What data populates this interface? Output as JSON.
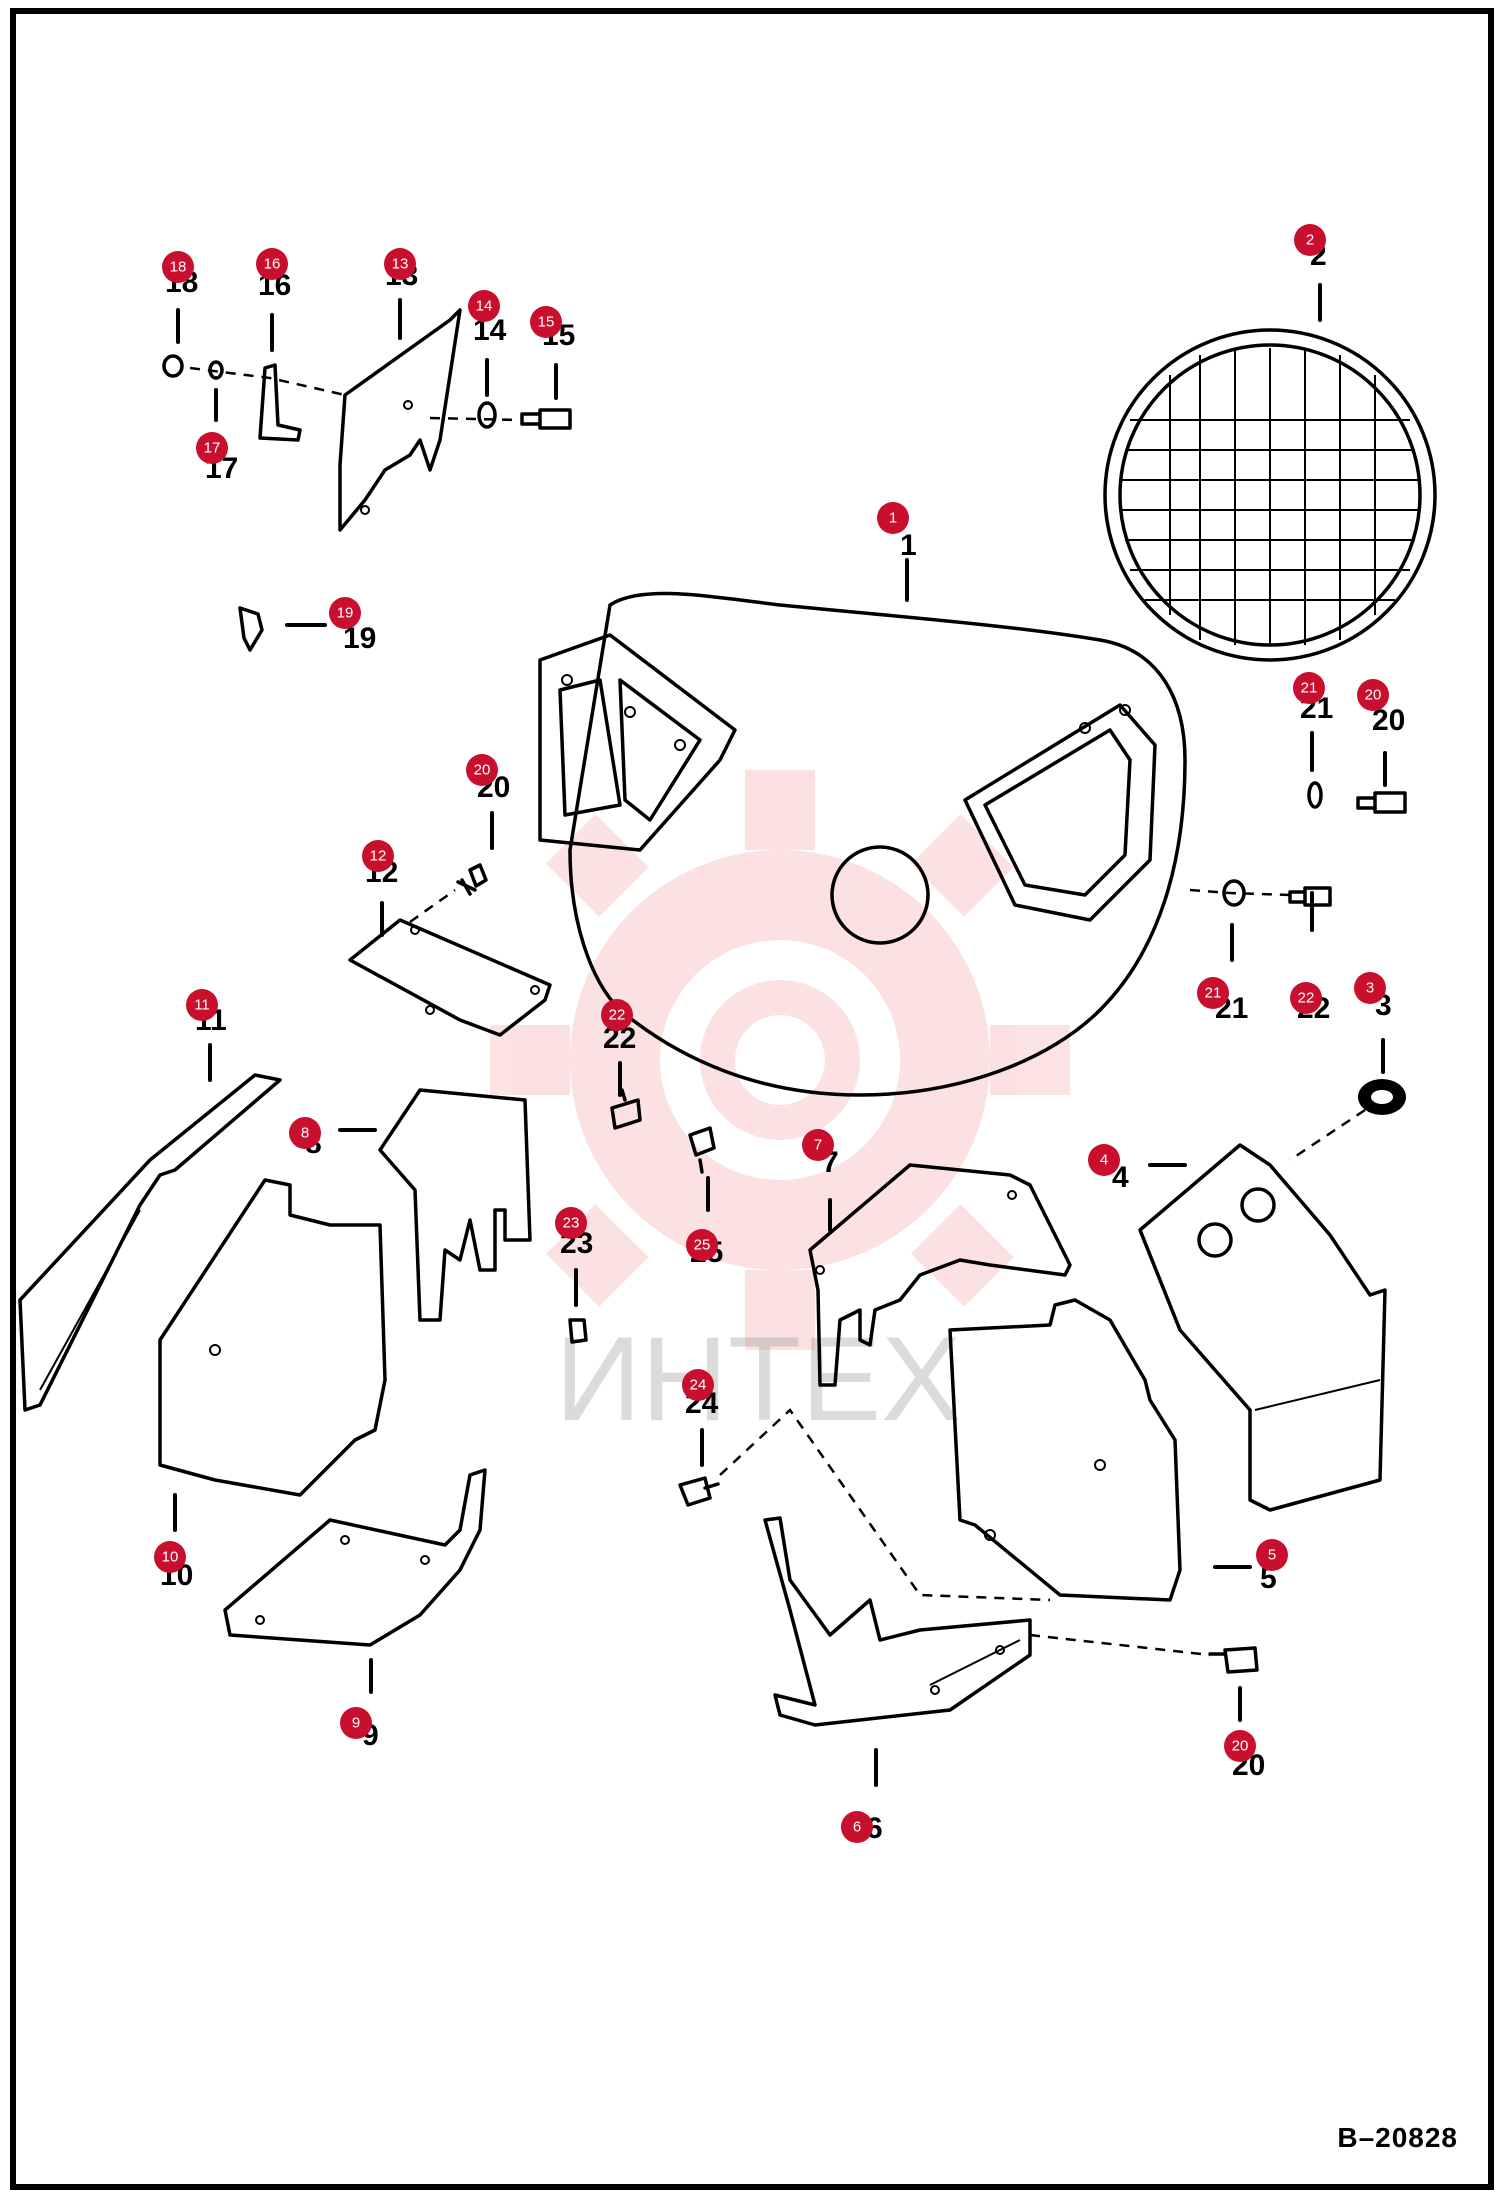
{
  "drawing_id": "B–20828",
  "watermark_text": "ИНТЕХ",
  "colors": {
    "badge": "#c8102e",
    "watermark": "#e31e24",
    "line": "#000000"
  },
  "callouts": [
    {
      "label": "1"
    },
    {
      "label": "2"
    },
    {
      "label": "3"
    },
    {
      "label": "4"
    },
    {
      "label": "5"
    },
    {
      "label": "6"
    },
    {
      "label": "7"
    },
    {
      "label": "8"
    },
    {
      "label": "9"
    },
    {
      "label": "10"
    },
    {
      "label": "11"
    },
    {
      "label": "12"
    },
    {
      "label": "13"
    },
    {
      "label": "14"
    },
    {
      "label": "15"
    },
    {
      "label": "16"
    },
    {
      "label": "17"
    },
    {
      "label": "18"
    },
    {
      "label": "19"
    },
    {
      "label": "20"
    },
    {
      "label": "20"
    },
    {
      "label": "20"
    },
    {
      "label": "21"
    },
    {
      "label": "21"
    },
    {
      "label": "22"
    },
    {
      "label": "22"
    },
    {
      "label": "23"
    },
    {
      "label": "24"
    },
    {
      "label": "25"
    }
  ]
}
